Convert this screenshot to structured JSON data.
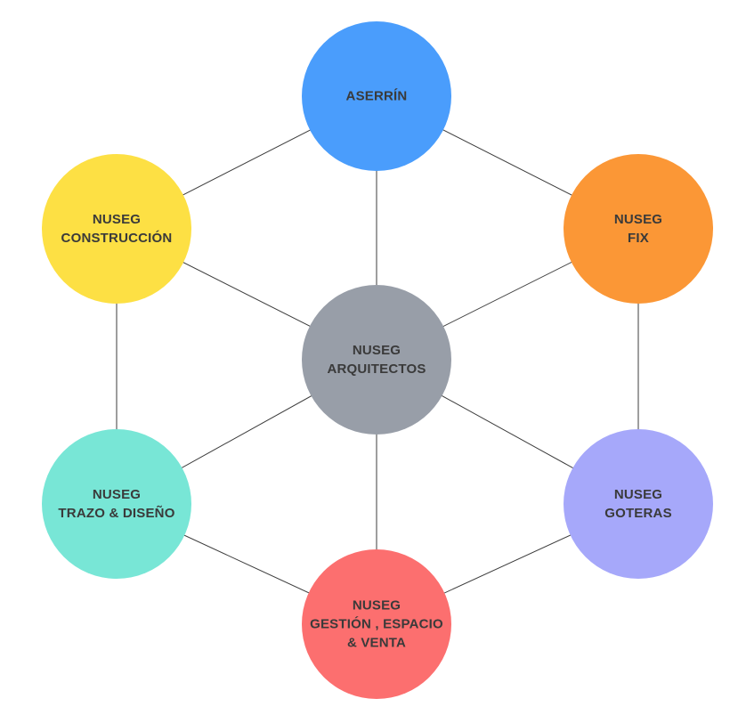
{
  "nodes": {
    "center": {
      "lines": [
        "NUSEG",
        "ARQUITECTOS"
      ],
      "color": "#989ea8"
    },
    "top": {
      "lines": [
        "ASERRÍN"
      ],
      "color": "#4a9dfc"
    },
    "top_right": {
      "lines": [
        "NUSEG",
        "FIX"
      ],
      "color": "#fb9736"
    },
    "bottom_right": {
      "lines": [
        "NUSEG",
        "GOTERAS"
      ],
      "color": "#a6a8fa"
    },
    "bottom": {
      "lines": [
        "NUSEG",
        "GESTIÓN , ESPACIO",
        "& VENTA"
      ],
      "color": "#fc6f6f"
    },
    "bottom_left": {
      "lines": [
        "NUSEG",
        "TRAZO & DISEÑO"
      ],
      "color": "#78e6d6"
    },
    "top_left": {
      "lines": [
        "NUSEG",
        "CONSTRUCCIÓN"
      ],
      "color": "#fde044"
    }
  },
  "edges": [
    [
      "center",
      "top"
    ],
    [
      "center",
      "top_right"
    ],
    [
      "center",
      "bottom_right"
    ],
    [
      "center",
      "bottom"
    ],
    [
      "center",
      "bottom_left"
    ],
    [
      "center",
      "top_left"
    ],
    [
      "top",
      "top_right"
    ],
    [
      "top_right",
      "bottom_right"
    ],
    [
      "bottom_right",
      "bottom"
    ],
    [
      "bottom",
      "bottom_left"
    ],
    [
      "bottom_left",
      "top_left"
    ],
    [
      "top_left",
      "top"
    ]
  ]
}
